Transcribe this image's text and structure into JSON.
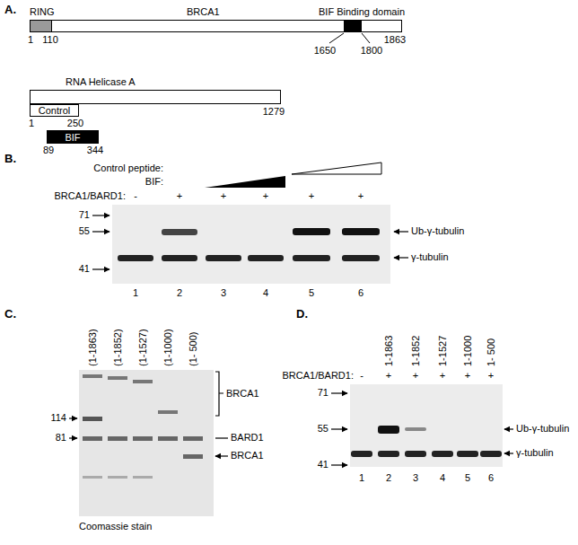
{
  "diagram": {
    "nodes": [
      {
        "text": [
          "BRCA1"
        ]
      },
      {
        "text": [
          "RING"
        ],
        "in": 0
      },
      {
        "text": [
          "BIF Binding domain"
        ],
        "in": 0
      },
      {
        "text": [
          "RNA Helicase A"
        ]
      },
      {
        "text": [
          "Control"
        ]
      },
      {
        "text": [
          "BIF"
        ]
      }
    ],
    "labels": [
      "A.",
      "1",
      "110",
      "1650",
      "1800",
      "1863",
      "1279",
      "1",
      "250",
      "89",
      "344",
      "B.",
      "Control peptide:",
      "BIF:",
      "BRCA1/BARD1:",
      "-",
      "+",
      "+",
      "+",
      "+",
      "+",
      "71",
      "55",
      "41",
      "Ub-γ-tubulin",
      "γ-tubulin",
      "1",
      "2",
      "3",
      "4",
      "5",
      "6",
      "C.",
      "(1-1863)",
      "(1-1852)",
      "(1-1527)",
      "(1-1000)",
      "(1- 500)",
      "114",
      "81",
      "BRCA1",
      "BARD1",
      "BRCA1",
      "Coomassie stain",
      "D.",
      "1-1863",
      "1-1852",
      "1-1527",
      "1-1000",
      "1- 500",
      "BRCA1/BARD1:",
      "-",
      "+",
      "+",
      "+",
      "+",
      "+",
      "71",
      "55",
      "41",
      "Ub-γ-tubulin",
      "γ-tubulin",
      "1",
      "2",
      "3",
      "4",
      "5",
      "6"
    ]
  }
}
